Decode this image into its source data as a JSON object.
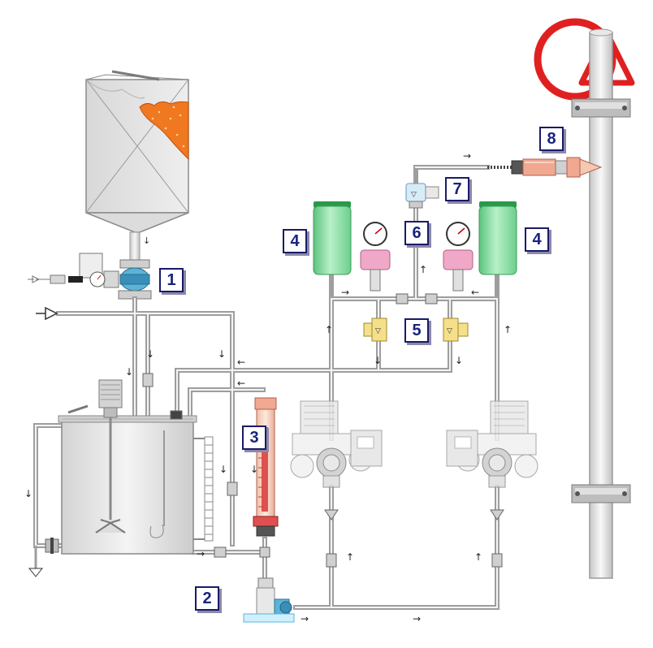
{
  "labels": {
    "dry_feeder_valve": "1",
    "eductor": "2",
    "calibration_column": "3",
    "pulsation_dampener_left": "4",
    "pulsation_dampener_right": "4",
    "back_pressure_valves": "5",
    "pressure_relief": "6",
    "check_valve": "7",
    "injection_quill": "8"
  },
  "colors": {
    "logo_red": "#e02020",
    "tag_border": "#1a1a6a",
    "tag_text": "#1a237e",
    "pipe": "#b8b8b8",
    "dampener_green": "#8ee0a8",
    "gauge_pink": "#f0a8c8",
    "valve_yellow": "#f4e08a",
    "chemical_orange": "#f07820",
    "column_red": "#e05050",
    "fitting_blue": "#5ab4d8"
  },
  "icons": {
    "logo": "circle-triangle-logo-icon",
    "air_inlet": "hollow-arrow-icon",
    "drain": "drain-triangle-icon"
  }
}
